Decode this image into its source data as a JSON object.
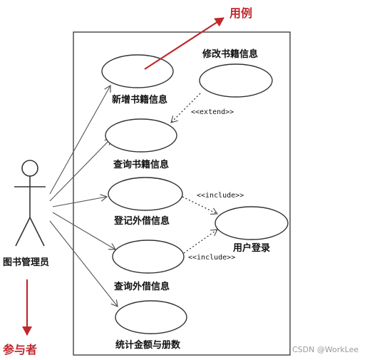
{
  "annotations": {
    "use_case_label": "用例",
    "actor_label": "参与者",
    "watermark": "CSDN @WorkLee",
    "accent_color": "#c0282d"
  },
  "actor": {
    "name": "图书管理员"
  },
  "use_cases": {
    "add_book": "新增书籍信息",
    "modify_book": "修改书籍信息",
    "query_book": "查询书籍信息",
    "register_borrow": "登记外借信息",
    "user_login": "用户登录",
    "query_borrow": "查询外借信息",
    "stats": "统计金额与册数"
  },
  "relations": {
    "extend": "<<extend>>",
    "include_1": "<<include>>",
    "include_2": "<<include>>"
  }
}
